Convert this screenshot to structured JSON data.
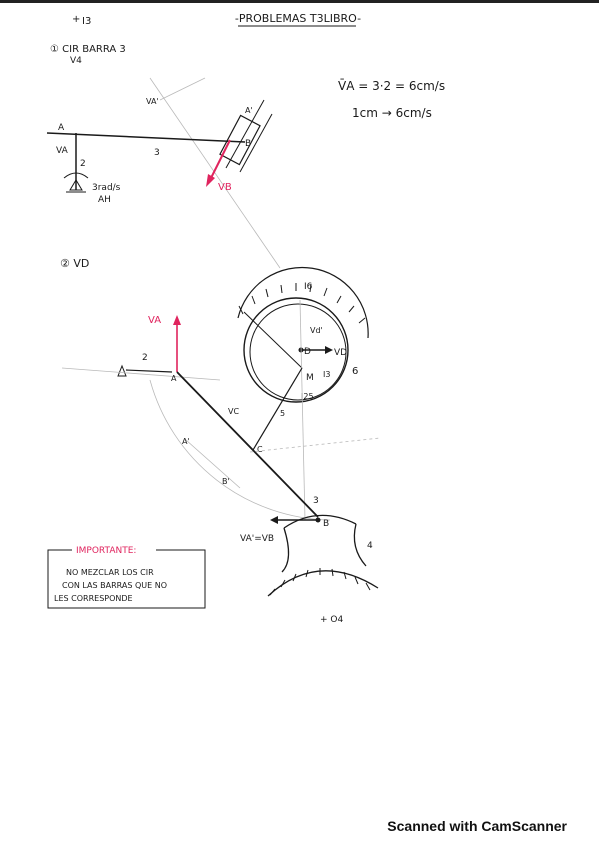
{
  "header": {
    "title": "-PROBLEMAS T3LIBRO-",
    "i3_label": "I3"
  },
  "problem1": {
    "heading": "① CIR BARRA 3",
    "subheading": "V4",
    "eq1": "V̄A = 3·2 = 6cm/s",
    "eq2": "1cm → 6cm/s",
    "labels": {
      "A": "A",
      "B": "B",
      "VA": "VA",
      "VA_prime": "VA'",
      "VB": "VB",
      "bar2": "2",
      "bar3": "3",
      "omega": "3rad/s",
      "omega_dir": "AH",
      "A_prime": "A'"
    }
  },
  "problem2": {
    "heading": "② VD",
    "labels": {
      "VA": "VA",
      "A": "A",
      "bar2": "2",
      "D": "D",
      "VD": "VD",
      "M": "M",
      "Vd_prime": "Vd'",
      "bar6": "6",
      "I6": "I6",
      "I25": "I25",
      "I3b": "I3",
      "C": "C",
      "VC": "VC",
      "bar5": "5",
      "bar3": "3",
      "B": "B",
      "bar4": "4",
      "VA_eq_VB": "VA'=VB",
      "A_prime2": "A'",
      "B_prime": "B'",
      "O4": "+ O4"
    }
  },
  "note": {
    "title": "IMPORTANTE:",
    "lines": [
      "NO MEZCLAR LOS CIR",
      "CON LAS BARRAS QUE NO",
      "LES CORRESPONDE"
    ]
  },
  "footer": {
    "scanned": "Scanned with CamScanner"
  }
}
